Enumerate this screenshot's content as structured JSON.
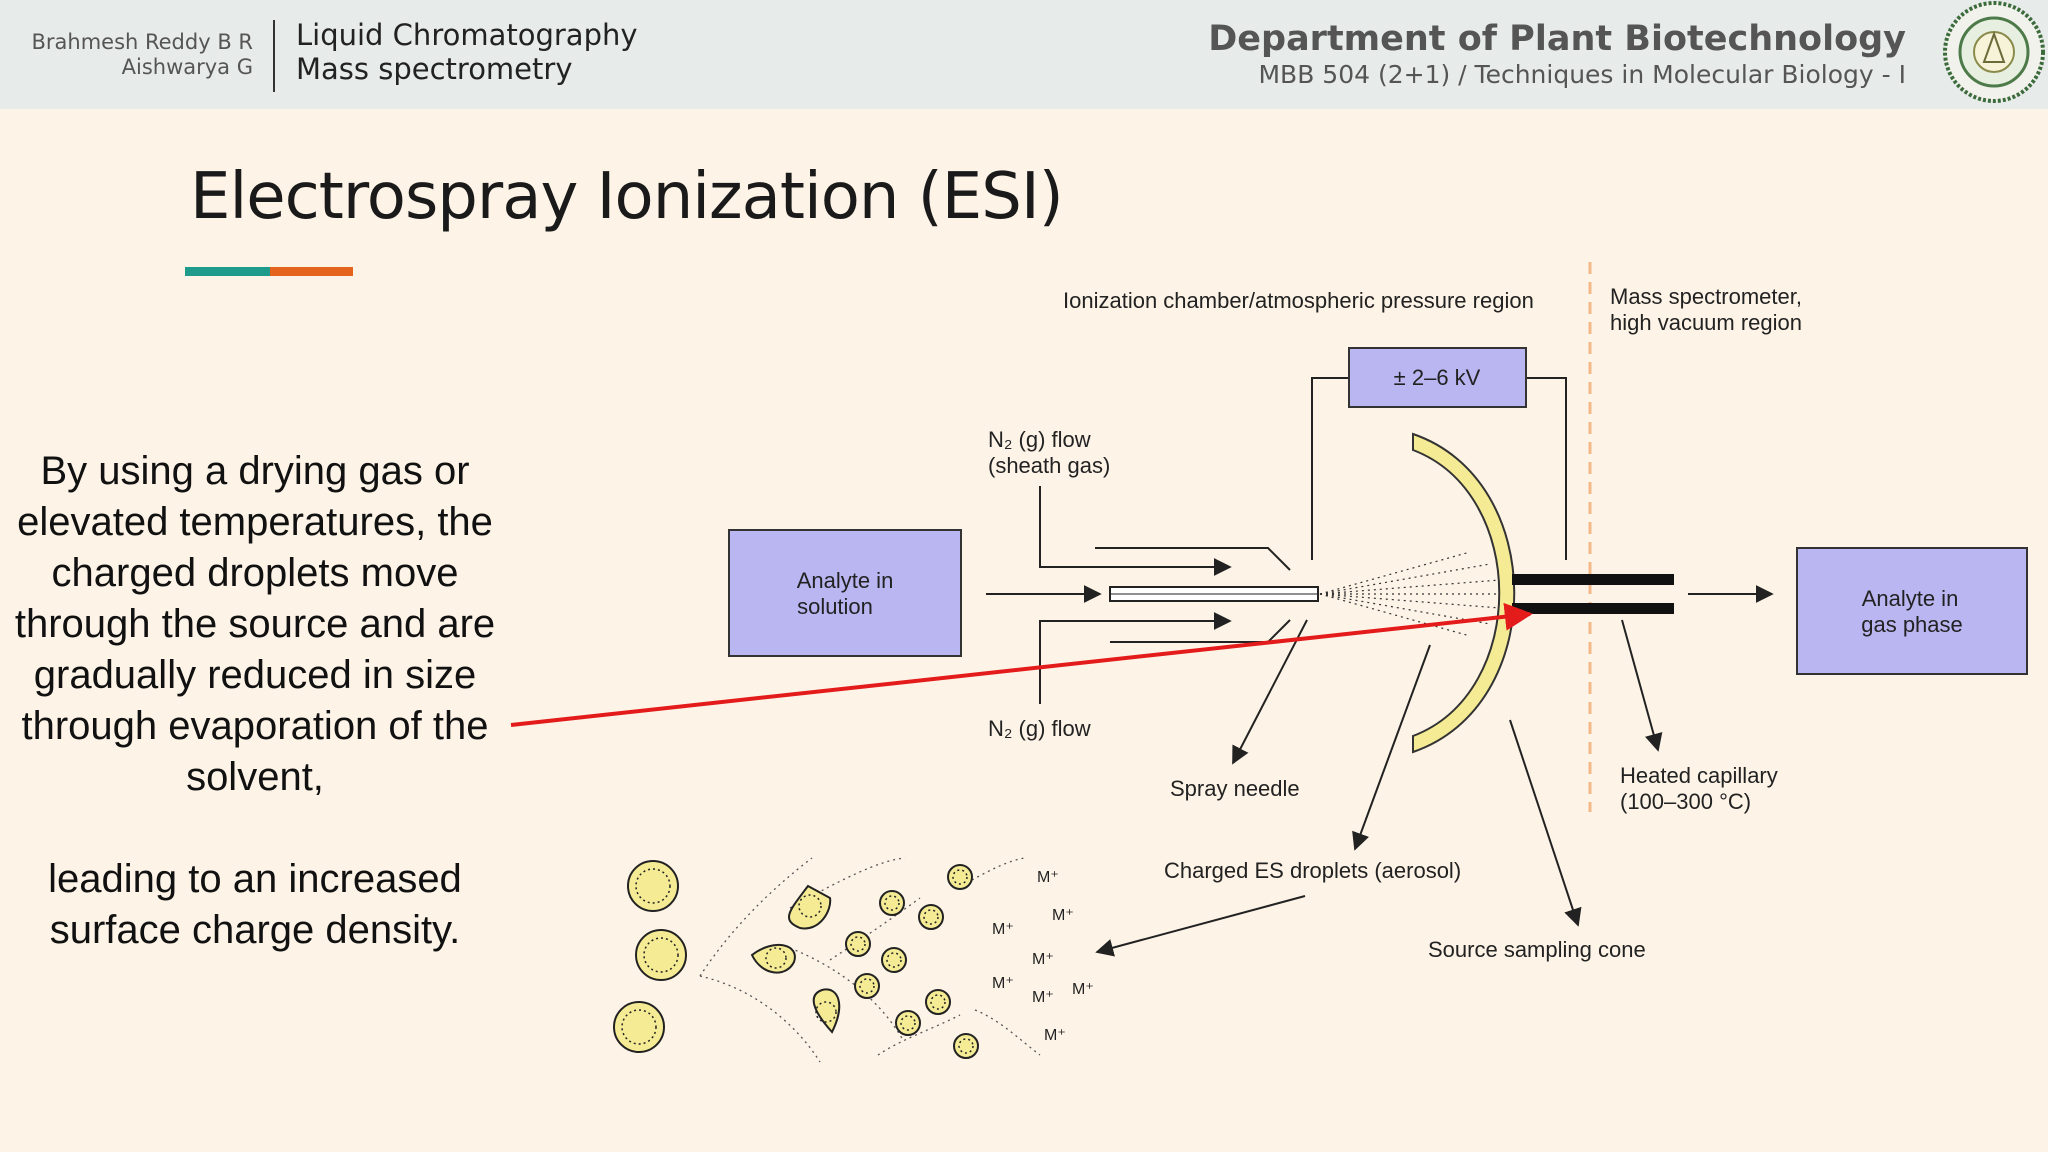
{
  "header": {
    "authors": [
      "Brahmesh Reddy B R",
      "Aishwarya G"
    ],
    "course_title_lines": [
      "Liquid Chromatography",
      "Mass spectrometry"
    ],
    "department": "Department of Plant Biotechnology",
    "course": "MBB 504 (2+1) / Techniques in Molecular Biology - I"
  },
  "slide": {
    "title": "Electrospray Ionization (ESI)",
    "body_paragraph_1": "By using a drying gas or elevated temperatures, the charged droplets move through the source and are gradually reduced in size through evaporation of the solvent,",
    "body_paragraph_2": "leading to an increased surface charge density."
  },
  "diagram": {
    "region_left": "Ionization chamber/atmospheric pressure region",
    "region_right_line1": "Mass spectrometer,",
    "region_right_line2": "high vacuum region",
    "voltage": "± 2–6 kV",
    "sheath_gas_line1": "N₂ (g) flow",
    "sheath_gas_line2": "(sheath gas)",
    "n2_flow": "N₂ (g) flow",
    "analyte_solution_line1": "Analyte in",
    "analyte_solution_line2": "solution",
    "analyte_gas_line1": "Analyte in",
    "analyte_gas_line2": "gas phase",
    "spray_needle": "Spray needle",
    "charged_droplets": "Charged ES droplets (aerosol)",
    "source_cone": "Source sampling cone",
    "heated_capillary_line1": "Heated capillary",
    "heated_capillary_line2": "(100–300 °C)",
    "ion_label": "M⁺",
    "colors": {
      "box_fill": "#b9b6f2",
      "cone_fill": "#f4eb94",
      "pointer": "#e31b1b"
    }
  }
}
